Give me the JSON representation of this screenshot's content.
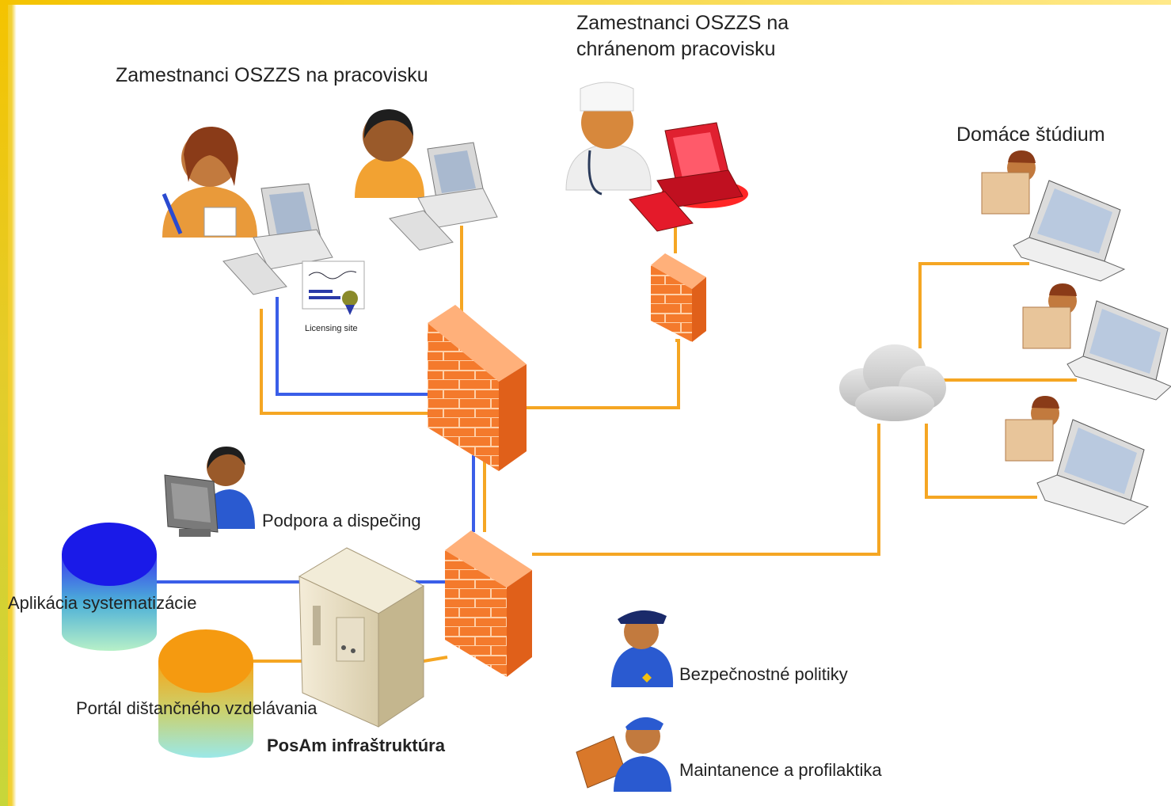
{
  "labels": {
    "staff_onsite": "Zamestnanci OSZZS na pracovisku",
    "staff_protected_line1": "Zamestnanci OSZZS na",
    "staff_protected_line2": "chránenom pracovisku",
    "home_study": "Domáce štúdium",
    "licensing_site": "Licensing site",
    "support": "Podpora a dispečing",
    "app_systematization": "Aplikácia systematizácie",
    "distance_portal": "Portál dištančného vzdelávania",
    "infrastructure": "PosAm infraštruktúra",
    "security_policies": "Bezpečnostné politiky",
    "maintenance": "Maintanence a profilaktika"
  },
  "colors": {
    "link_orange": "#f5a623",
    "link_blue": "#3a5ee8",
    "firewall": "#f47a2c",
    "db_app": "#1028e8",
    "db_portal": "#f59a10"
  },
  "icons": [
    "person-female-icon",
    "computer-icon",
    "person-icon",
    "doctor-icon",
    "red-computer-icon",
    "firewall-icon",
    "cloud-icon",
    "laptop-icon",
    "reader-icon",
    "certificate-icon",
    "support-agent-icon",
    "database-icon",
    "server-icon",
    "police-icon",
    "mechanic-icon"
  ]
}
